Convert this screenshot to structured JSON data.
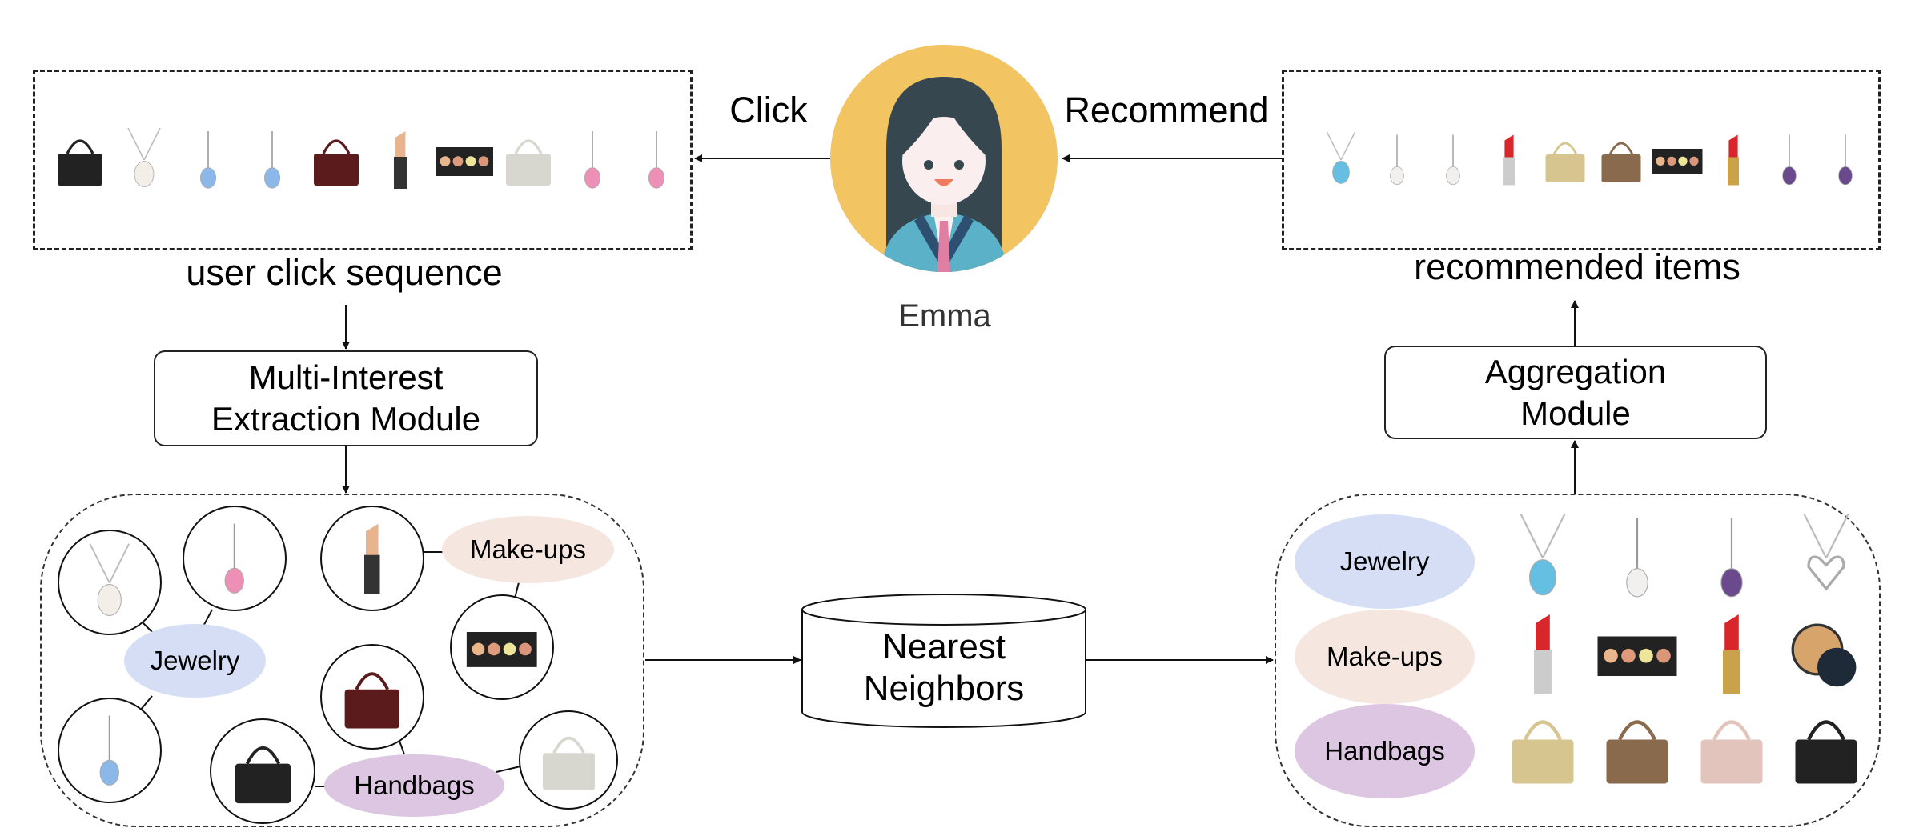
{
  "top": {
    "click_sequence": {
      "caption": "user click sequence",
      "items": [
        "black crossbody bag",
        "pearl pendant necklace",
        "blue drop earring",
        "blue drop earring",
        "burgundy clutch bag",
        "nude lipstick",
        "eyeshadow palette",
        "silver handbag",
        "pink stud earring",
        "pink stud earring"
      ]
    },
    "click_label": "Click",
    "user": {
      "name": "Emma",
      "avatar": "woman-avatar-icon"
    },
    "recommend_label": "Recommend",
    "recommended": {
      "caption": "recommended items",
      "items": [
        "topaz pendant",
        "pearl drop earring",
        "pearl drop earring",
        "red lipstick",
        "beige clutch",
        "brown tote",
        "eyeshadow palette",
        "gold red lipstick",
        "amethyst stud",
        "amethyst stud"
      ]
    }
  },
  "modules": {
    "extraction": {
      "line1": "Multi-Interest",
      "line2": "Extraction Module"
    },
    "aggregation": {
      "line1": "Aggregation",
      "line2": "Module"
    },
    "nearest": {
      "line1": "Nearest",
      "line2": "Neighbors"
    }
  },
  "interest_graph": {
    "categories": [
      {
        "label": "Jewelry",
        "color": "#d5def5"
      },
      {
        "label": "Make-ups",
        "color": "#f5e6df"
      },
      {
        "label": "Handbags",
        "color": "#dcc6e1"
      }
    ],
    "nodes": [
      "pearl pendant",
      "pink studs",
      "blue drop earrings",
      "nude lipstick",
      "eyeshadow palette",
      "burgundy clutch",
      "black crossbody bag",
      "silver handbag"
    ]
  },
  "retrieved": {
    "rows": [
      {
        "category": "Jewelry",
        "color": "#d5def5",
        "items": [
          "topaz pendant",
          "pearl drop earrings",
          "amethyst studs",
          "heart necklace"
        ]
      },
      {
        "category": "Make-ups",
        "color": "#f5e6df",
        "items": [
          "red lipstick",
          "eyeshadow palette",
          "gold red lipstick",
          "compact powder"
        ]
      },
      {
        "category": "Handbags",
        "color": "#dcc6e1",
        "items": [
          "beige clutch",
          "brown tote",
          "pink crossbody",
          "black shoulder bag"
        ]
      }
    ]
  },
  "colors": {
    "avatar_bg": "#f2c462",
    "hair": "#37474f",
    "jacket": "#5bb2c8",
    "tie": "#e07fa3"
  }
}
